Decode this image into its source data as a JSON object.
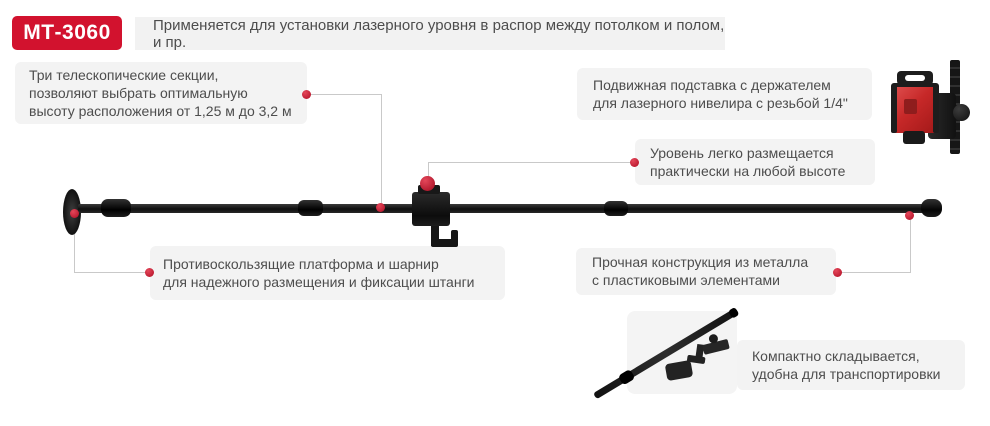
{
  "badge": {
    "label": "МТ-3060"
  },
  "header": {
    "text": "Применяется для установки лазерного уровня в распор между потолком и полом, и пр."
  },
  "callouts": {
    "telescopic_sections": "Три телескопические секции,\nпозволяют выбрать оптимальную\nвысоту расположения от 1,25 м до 3,2 м",
    "movable_holder": "Подвижная подставка с держателем\nдля лазерного нивелира с резьбой 1/4\"",
    "any_height": "Уровень легко размещается\nпрактически на любой высоте",
    "antislip_platform": "Противоскользящие платформа и шарнир\nдля надежного размещения и фиксации штанги",
    "metal_construction": "Прочная конструкция из металла\nс пластиковыми элементами",
    "compact_fold": "Компактно складывается,\nудобна для транспортировки"
  },
  "colors": {
    "accent_red": "#d2122e",
    "dot_red": "#c8102e",
    "callout_bg": "#f3f3f3",
    "text": "#4d4d4d",
    "connector_line": "#c9c9c9"
  }
}
